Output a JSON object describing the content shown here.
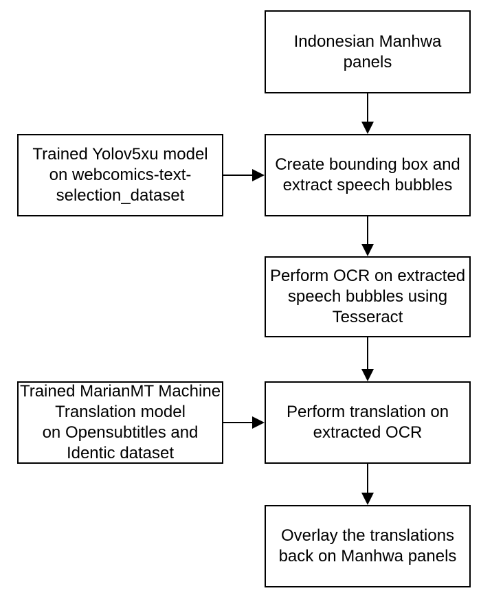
{
  "diagram": {
    "type": "flowchart",
    "background_color": "#ffffff",
    "stroke_color": "#000000",
    "text_color": "#000000",
    "nodes": {
      "manhwa_panels": {
        "lines": [
          "Indonesian Manhwa",
          "panels"
        ]
      },
      "yolo_model": {
        "lines": [
          "Trained Yolov5xu model",
          "on webcomics-text-",
          "selection_dataset"
        ]
      },
      "create_bbox": {
        "lines": [
          "Create bounding box and",
          "extract speech bubbles"
        ]
      },
      "ocr": {
        "lines": [
          "Perform OCR on extracted",
          "speech bubbles using",
          "Tesseract"
        ]
      },
      "marianmt_model": {
        "lines": [
          "Trained MarianMT Machine",
          "Translation model",
          "on Opensubtitles and",
          "Identic dataset"
        ]
      },
      "translate": {
        "lines": [
          "Perform translation on",
          "extracted OCR"
        ]
      },
      "overlay": {
        "lines": [
          "Overlay the translations",
          "back on Manhwa panels"
        ]
      }
    },
    "edges": [
      {
        "from": "manhwa_panels",
        "to": "create_bbox",
        "direction": "down"
      },
      {
        "from": "yolo_model",
        "to": "create_bbox",
        "direction": "right"
      },
      {
        "from": "create_bbox",
        "to": "ocr",
        "direction": "down"
      },
      {
        "from": "ocr",
        "to": "translate",
        "direction": "down"
      },
      {
        "from": "marianmt_model",
        "to": "translate",
        "direction": "right"
      },
      {
        "from": "translate",
        "to": "overlay",
        "direction": "down"
      }
    ]
  }
}
